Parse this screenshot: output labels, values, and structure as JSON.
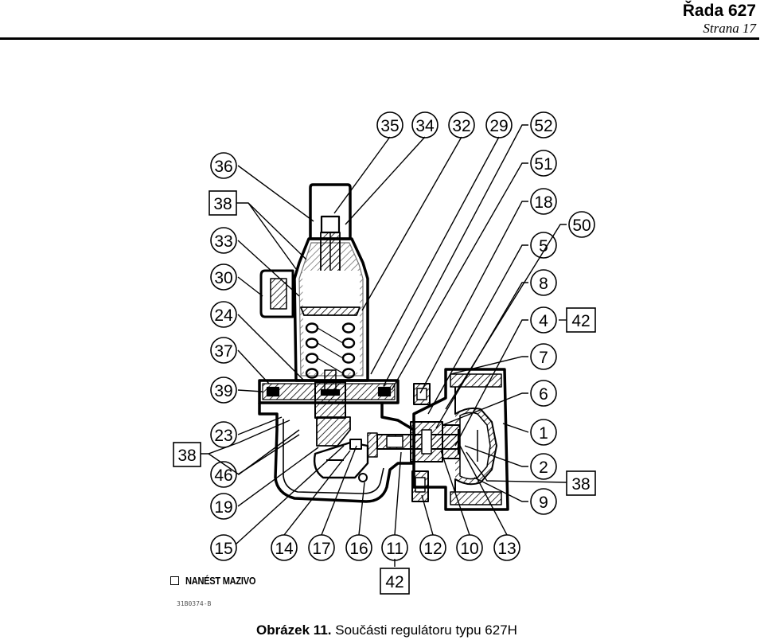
{
  "header": {
    "title": "Řada 627",
    "page": "Strana 17"
  },
  "callouts": {
    "c35": "35",
    "c34": "34",
    "c32": "32",
    "c29": "29",
    "c52": "52",
    "c36": "36",
    "c51": "51",
    "c38a": "38",
    "c18": "18",
    "c50": "50",
    "c33": "33",
    "c5": "5",
    "c30": "30",
    "c8": "8",
    "c24": "24",
    "c4": "4",
    "c42a": "42",
    "c37": "37",
    "c7": "7",
    "c39": "39",
    "c6": "6",
    "c23": "23",
    "c1": "1",
    "c38b": "38",
    "c46": "46",
    "c2": "2",
    "c38c": "38",
    "c19": "19",
    "c9": "9",
    "c15": "15",
    "c14": "14",
    "c17": "17",
    "c16": "16",
    "c11": "11",
    "c12": "12",
    "c10": "10",
    "c13": "13",
    "c42b": "42"
  },
  "legend": {
    "text": "NANÉST MAZIVO"
  },
  "ref_code": "31B0374-B",
  "caption": {
    "label": "Obrázek 11.",
    "text": " Součásti regulátoru typu 627H"
  }
}
